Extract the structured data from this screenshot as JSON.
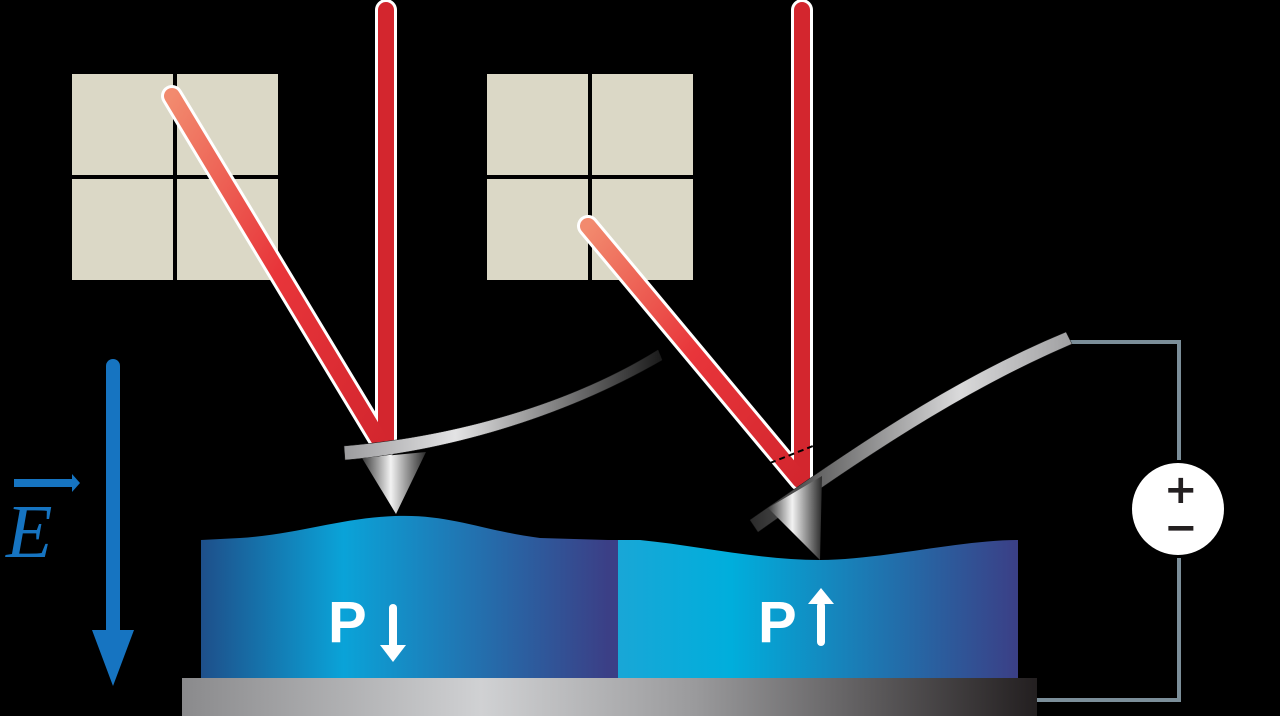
{
  "figure": {
    "description": "Piezoresponse force microscopy schematic: two cantilever tips with laser beams reflecting onto quadrant photodetectors, over a ferroelectric film with opposite polarization domains on a bottom electrode, with an applied voltage source.",
    "background_color": "#000000"
  },
  "electric_field": {
    "label": "E",
    "vector_arrow": true,
    "direction": "down",
    "color": "#1674c1"
  },
  "domains": [
    {
      "id": "left",
      "label": "P",
      "arrow": "down",
      "arrow_glyph": "↓",
      "deformation": "bulge-up",
      "colors": [
        "#1e4f8a",
        "#0aa3d8",
        "#3b3f86"
      ]
    },
    {
      "id": "right",
      "label": "P",
      "arrow": "up",
      "arrow_glyph": "↑",
      "deformation": "dip-down",
      "colors": [
        "#1ba6d6",
        "#00aedc",
        "#3b3f86"
      ]
    }
  ],
  "detectors": [
    {
      "id": "left",
      "type": "quadrant-photodiode",
      "quadrants": 4,
      "color": "#dbd8c6"
    },
    {
      "id": "right",
      "type": "quadrant-photodiode",
      "quadrants": 4,
      "color": "#dbd8c6"
    }
  ],
  "lasers": [
    {
      "id": "left",
      "color": "#d3262e",
      "incident": "vertical",
      "reflected_to": "upper-right quadrant of left detector"
    },
    {
      "id": "right",
      "color": "#d3262e",
      "incident": "vertical",
      "reflected_to": "lower-left quadrant of right detector"
    }
  ],
  "voltage_source": {
    "symbols": [
      "+",
      "−"
    ],
    "wire_color": "#7b8e99"
  },
  "substrate": {
    "role": "bottom electrode",
    "colors": [
      "#8a8a8c",
      "#d0d1d3",
      "#231f20"
    ]
  }
}
